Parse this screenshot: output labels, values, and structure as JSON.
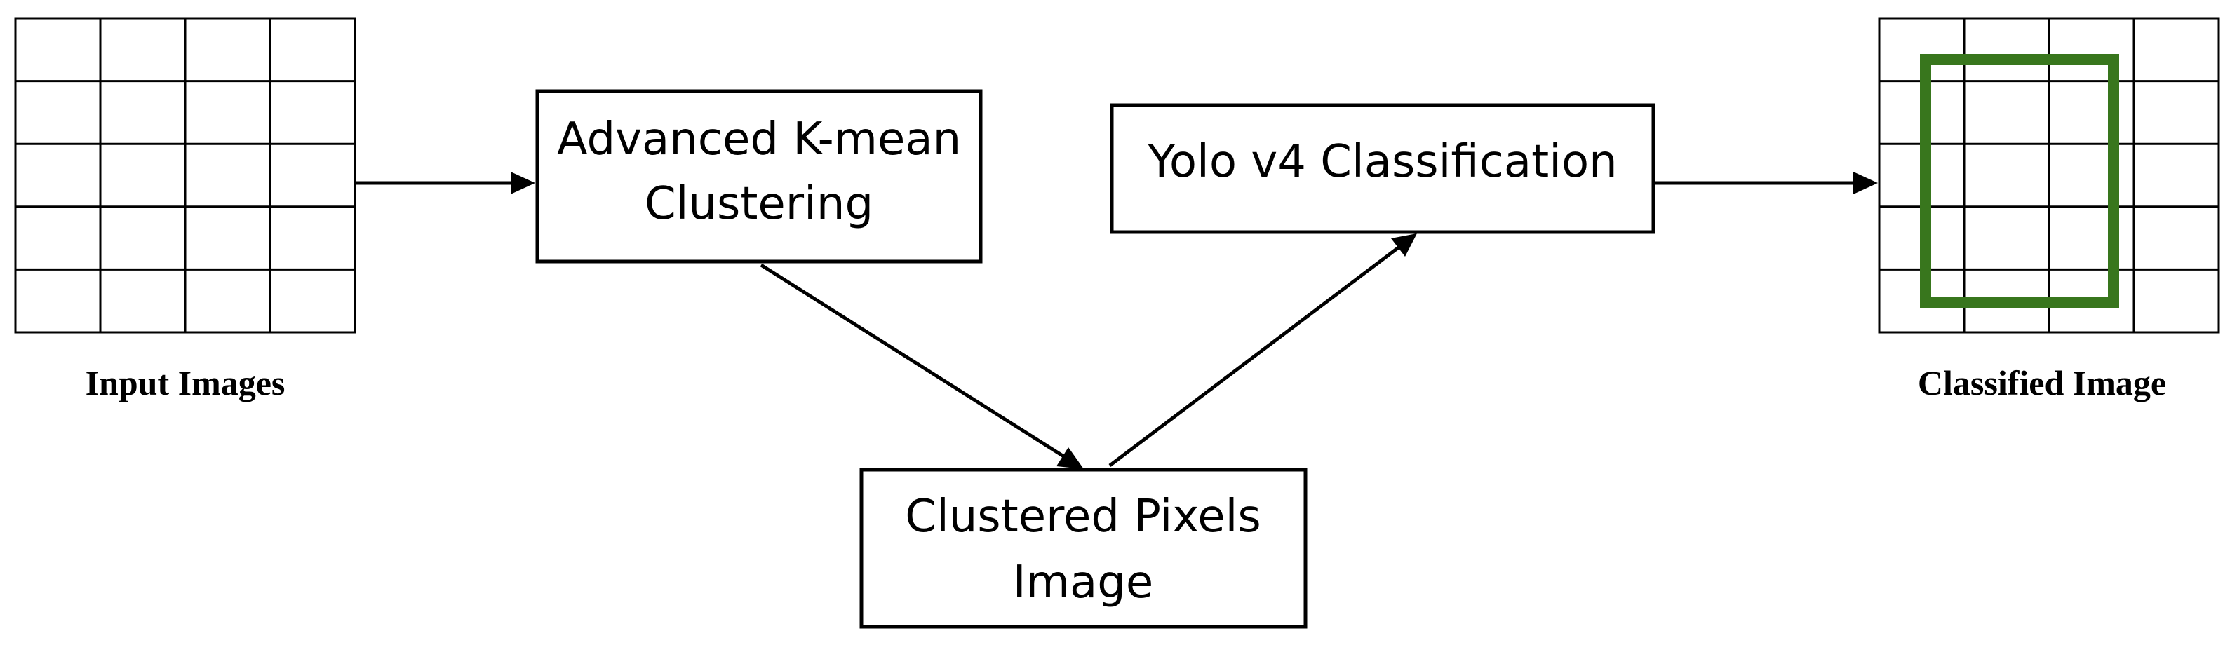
{
  "diagram": {
    "input": {
      "caption": "Input Images"
    },
    "kmeans": {
      "line1": "Advanced K-mean",
      "line2": "Clustering"
    },
    "clustered": {
      "line1": "Clustered Pixels",
      "line2": "Image"
    },
    "yolo": {
      "label": "Yolo v4 Classification"
    },
    "output": {
      "caption": "Classified Image"
    }
  },
  "colors": {
    "detection_box": "#38761d"
  }
}
